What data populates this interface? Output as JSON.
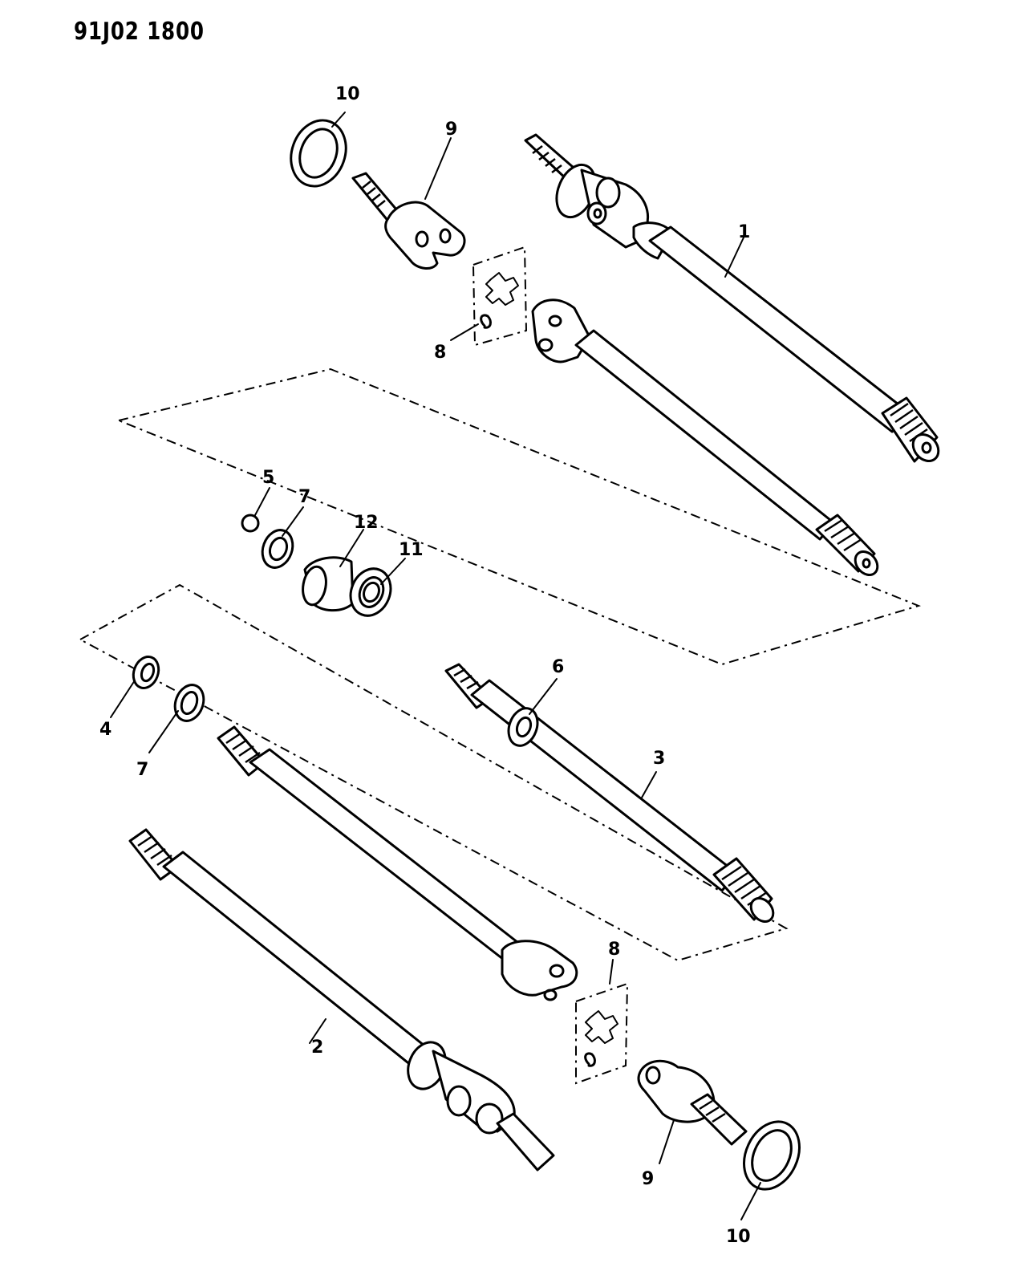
{
  "document_id": "91J02 1800",
  "callouts": {
    "c1": "1",
    "c2": "2",
    "c3": "3",
    "c4": "4",
    "c5": "5",
    "c6": "6",
    "c7a": "7",
    "c7b": "7",
    "c8a": "8",
    "c8b": "8",
    "c9a": "9",
    "c9b": "9",
    "c10a": "10",
    "c10b": "10",
    "c11": "11",
    "c12": "12"
  }
}
